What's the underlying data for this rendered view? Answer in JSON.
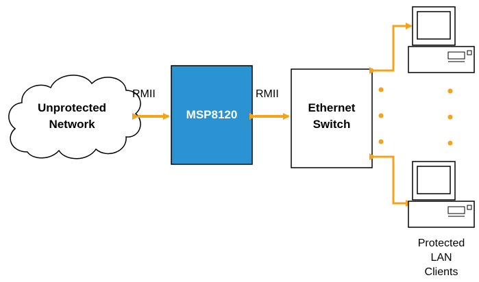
{
  "nodes": {
    "cloud": {
      "line1": "Unprotected",
      "line2": "Network"
    },
    "chip": {
      "label": "MSP8120"
    },
    "switch": {
      "line1": "Ethernet",
      "line2": "Switch"
    }
  },
  "links": {
    "left_label": "RMII",
    "right_label": "RMII"
  },
  "clients": {
    "caption_line1": "Protected",
    "caption_line2": "LAN",
    "caption_line3": "Clients"
  },
  "colors": {
    "chip_fill": "#2b93d1",
    "arrow": "#f5a31a",
    "dots": "#f5a31a",
    "outline": "#000000"
  }
}
